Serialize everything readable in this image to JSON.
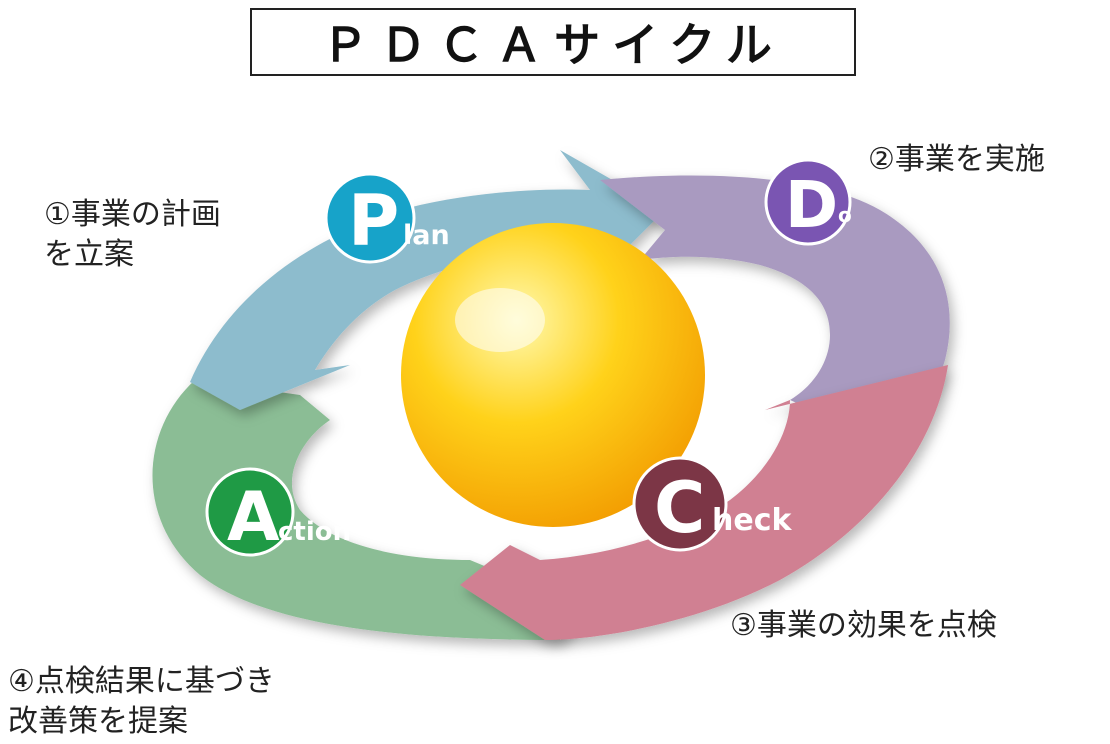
{
  "title": "ＰＤＣＡサイクル",
  "stages": {
    "plan": {
      "initial": "P",
      "rest": "lan",
      "color": "#17a3c9",
      "arrow_color": "#8dbccd"
    },
    "do": {
      "initial": "D",
      "rest": "o",
      "color": "#7a55b2",
      "arrow_color": "#a99ac0"
    },
    "check": {
      "initial": "C",
      "rest": "heck",
      "color": "#7c3646",
      "arrow_color": "#d08092"
    },
    "action": {
      "initial": "A",
      "rest": "ction",
      "color": "#1f9a45",
      "arrow_color": "#8bbd95"
    }
  },
  "labels": {
    "plan": [
      "①事業の計画",
      "を立案"
    ],
    "do": [
      "②事業を実施"
    ],
    "check": [
      "③事業の効果を点検"
    ],
    "action": [
      "④点検結果に基づき",
      "改善策を提案"
    ]
  },
  "center_sphere": {
    "color_light": "#fff9b0",
    "color_mid": "#ffd21a",
    "color_dark": "#f29a00"
  }
}
